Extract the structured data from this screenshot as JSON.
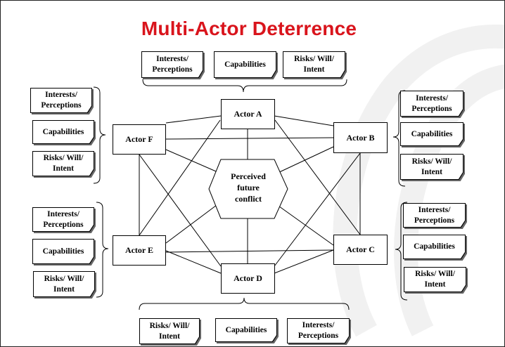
{
  "title": "Multi-Actor Deterrence",
  "colors": {
    "title": "#d9141c",
    "watermark": "#f1f1f1"
  },
  "center": {
    "label": "Perceived\nfuture\nconflict"
  },
  "actors": {
    "a": "Actor A",
    "b": "Actor B",
    "c": "Actor C",
    "d": "Actor D",
    "e": "Actor E",
    "f": "Actor F"
  },
  "factor_groups": {
    "top": [
      "Interests/\nPerceptions",
      "Capabilities",
      "Risks/ Will/\nIntent"
    ],
    "left_f": [
      "Interests/\nPerceptions",
      "Capabilities",
      "Risks/ Will/\nIntent"
    ],
    "right_b": [
      "Interests/\nPerceptions",
      "Capabilities",
      "Risks/ Will/\nIntent"
    ],
    "left_e": [
      "Interests/\nPerceptions",
      "Capabilities",
      "Risks/ Will/\nIntent"
    ],
    "right_c": [
      "Interests/\nPerceptions",
      "Capabilities",
      "Risks/ Will/\nIntent"
    ],
    "bottom": [
      "Risks/ Will/\nIntent",
      "Capabilities",
      "Interests/\nPerceptions"
    ]
  }
}
